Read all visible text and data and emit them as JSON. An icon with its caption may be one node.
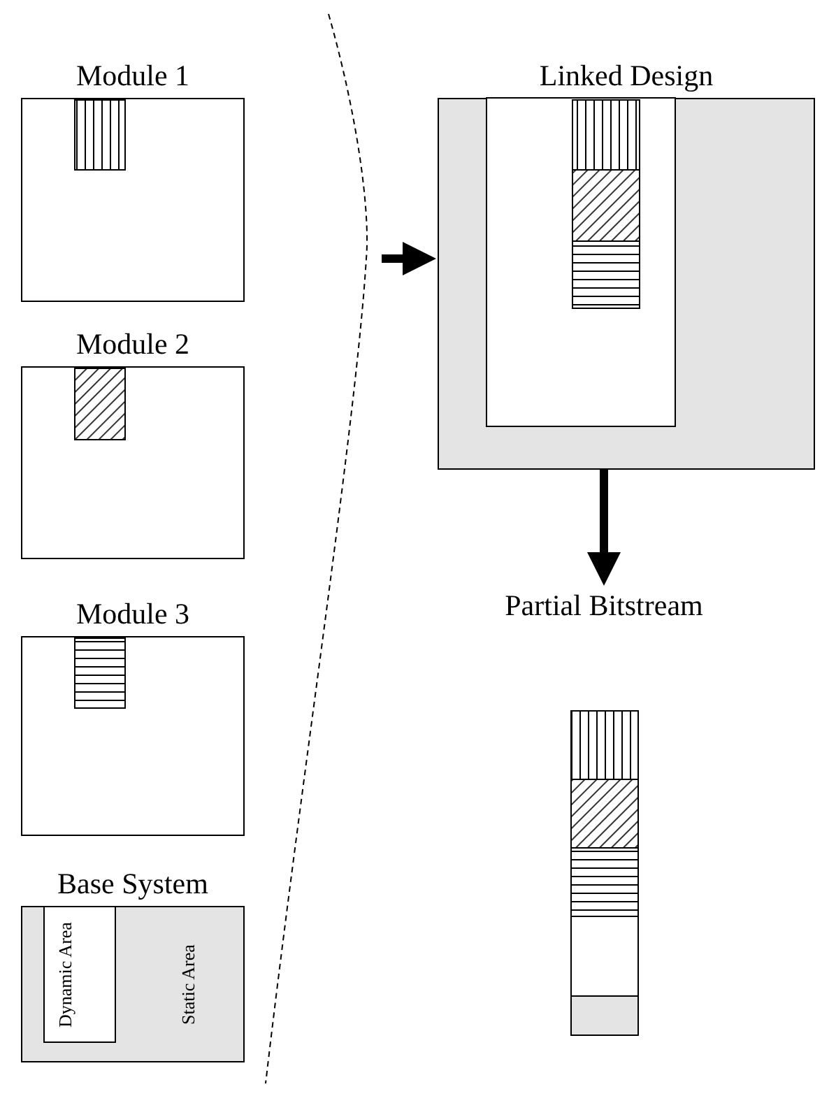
{
  "diagram": {
    "nodes": [
      {
        "text": [
          "Module 1"
        ]
      },
      {
        "text": [
          "Module 2"
        ]
      },
      {
        "text": [
          "Module 3"
        ]
      },
      {
        "text": [
          "Base System"
        ]
      },
      {
        "text": [
          "Dynamic Area"
        ],
        "in": 3
      },
      {
        "text": [
          "Static Area"
        ],
        "in": 3
      },
      {
        "text": [
          "Linked Design"
        ]
      },
      {
        "text": [
          "Partial Bitstream"
        ]
      }
    ],
    "edges": [
      {
        "from": null,
        "to": 6,
        "arrow": "to"
      },
      {
        "from": 6,
        "to": 7,
        "arrow": "to"
      }
    ]
  }
}
